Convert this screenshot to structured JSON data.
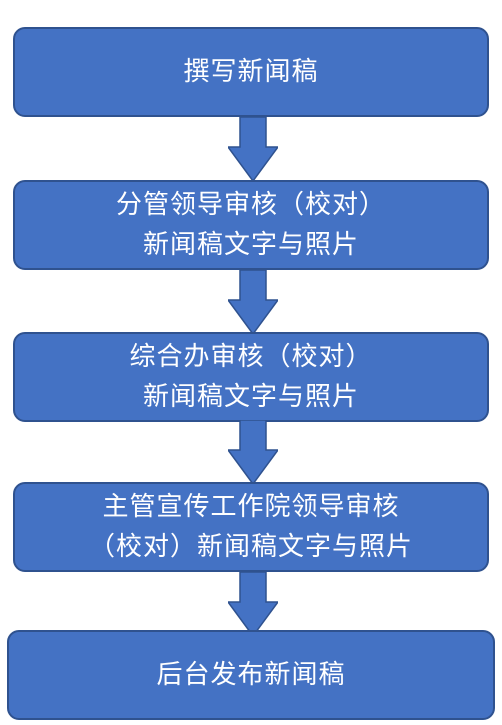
{
  "colors": {
    "box_fill": "#4472c4",
    "box_border": "#2f528f",
    "arrow_fill": "#4472c4",
    "text": "#ffffff"
  },
  "steps": [
    {
      "lines": [
        "撰写新闻稿"
      ]
    },
    {
      "lines": [
        "分管领导审核（校对）",
        "新闻稿文字与照片"
      ]
    },
    {
      "lines": [
        "综合办审核（校对）",
        "新闻稿文字与照片"
      ]
    },
    {
      "lines": [
        "主管宣传工作院领导审核",
        "（校对）新闻稿文字与照片"
      ]
    },
    {
      "lines": [
        "后台发布新闻稿"
      ]
    }
  ],
  "connectors": [
    {
      "icon": "down-arrow-icon"
    },
    {
      "icon": "down-arrow-icon"
    },
    {
      "icon": "down-arrow-icon"
    },
    {
      "icon": "down-arrow-icon"
    }
  ]
}
